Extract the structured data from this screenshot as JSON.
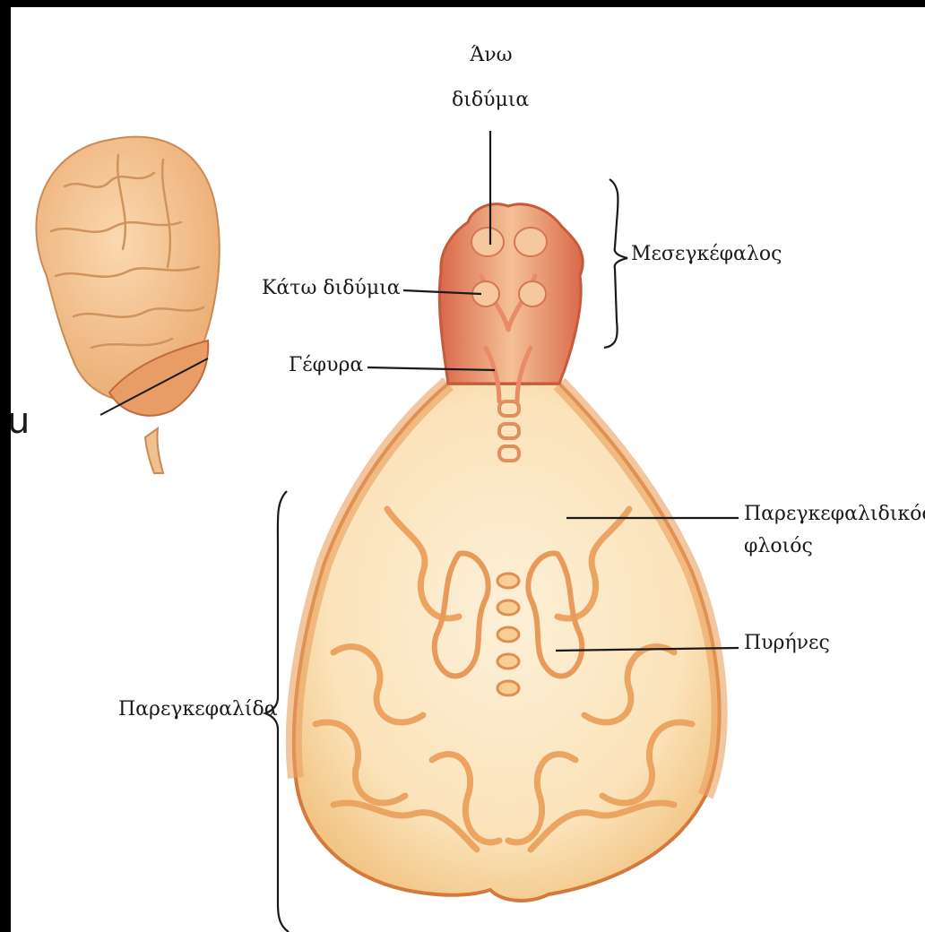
{
  "labels": {
    "superior_colliculus_line1": "Άνω",
    "superior_colliculus_line2": "διδύμια",
    "midbrain": "Μεσεγκέφαλος",
    "inferior_colliculus": "Κάτω διδύμια",
    "pons": "Γέφυρα",
    "cerebellar_cortex_line1": "Παρεγκεφαλιδικός",
    "cerebellar_cortex_line2": "φλοιός",
    "nuclei": "Πυρήνες",
    "cerebellum": "Παρεγκεφαλίδα",
    "edge_fragment": "u"
  },
  "colors": {
    "background": "#000000",
    "panel": "#ffffff",
    "tissue_light": "#fbe6c0",
    "tissue_fold": "#f0b86a",
    "tissue_edge": "#d47a3c",
    "brainstem_red": "#d9684a",
    "leader_line": "#1a1a1a"
  }
}
